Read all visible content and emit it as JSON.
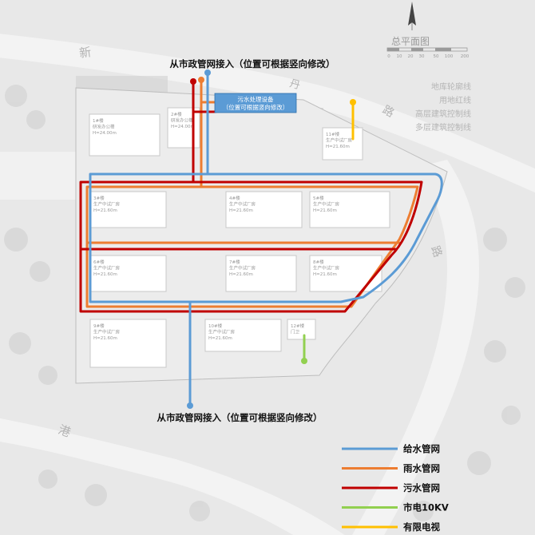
{
  "title": "总平面图",
  "scale_ticks": [
    "0",
    "10",
    "20",
    "30",
    "50",
    "100",
    "200"
  ],
  "map_legend": [
    "地库轮廓线",
    "用地红线",
    "高层建筑控制线",
    "多层建筑控制线"
  ],
  "road_names": [
    "新",
    "丹",
    "路",
    "路",
    "港"
  ],
  "callouts": {
    "top": "从市政管网接入（位置可根据竖向修改）",
    "bottom": "从市政管网接入（位置可根据竖向修改）",
    "sewage_box_line1": "污水处理设备",
    "sewage_box_line2": "（位置可根据竖向修改）"
  },
  "buildings": [
    {
      "id": "b1",
      "lines": [
        "1#楼",
        "研发办公楼",
        "H=24.00m"
      ]
    },
    {
      "id": "b2",
      "lines": [
        "2#楼",
        "研发办公楼",
        "H=24.00m"
      ]
    },
    {
      "id": "b3",
      "lines": [
        "3#楼",
        "生产中试厂房",
        "H=21.60m"
      ]
    },
    {
      "id": "b4",
      "lines": [
        "4#楼",
        "生产中试厂房",
        "H=21.60m"
      ]
    },
    {
      "id": "b5",
      "lines": [
        "5#楼",
        "生产中试厂房",
        "H=21.60m"
      ]
    },
    {
      "id": "b6",
      "lines": [
        "6#楼",
        "生产中试厂房",
        "H=21.60m"
      ]
    },
    {
      "id": "b7",
      "lines": [
        "7#楼",
        "生产中试厂房",
        "H=21.60m"
      ]
    },
    {
      "id": "b8",
      "lines": [
        "8#楼",
        "生产中试厂房",
        "H=21.60m"
      ]
    },
    {
      "id": "b9",
      "lines": [
        "9#楼",
        "生产中试厂房",
        "H=21.60m"
      ]
    },
    {
      "id": "b10",
      "lines": [
        "10#楼",
        "生产中试厂房",
        "H=21.60m"
      ]
    },
    {
      "id": "b11",
      "lines": [
        "11#楼",
        "生产中试厂房",
        "H=21.60m"
      ]
    },
    {
      "id": "b12",
      "lines": [
        "12#楼",
        "门卫"
      ]
    }
  ],
  "legend": [
    {
      "key": "water",
      "label": "给水管网",
      "color": "#5b9bd5"
    },
    {
      "key": "rain",
      "label": "雨水管网",
      "color": "#ed7d31"
    },
    {
      "key": "sewage",
      "label": "污水管网",
      "color": "#c00000"
    },
    {
      "key": "power",
      "label": "市电10KV",
      "color": "#92d050"
    },
    {
      "key": "tv",
      "label": "有限电视",
      "color": "#ffc000"
    }
  ]
}
